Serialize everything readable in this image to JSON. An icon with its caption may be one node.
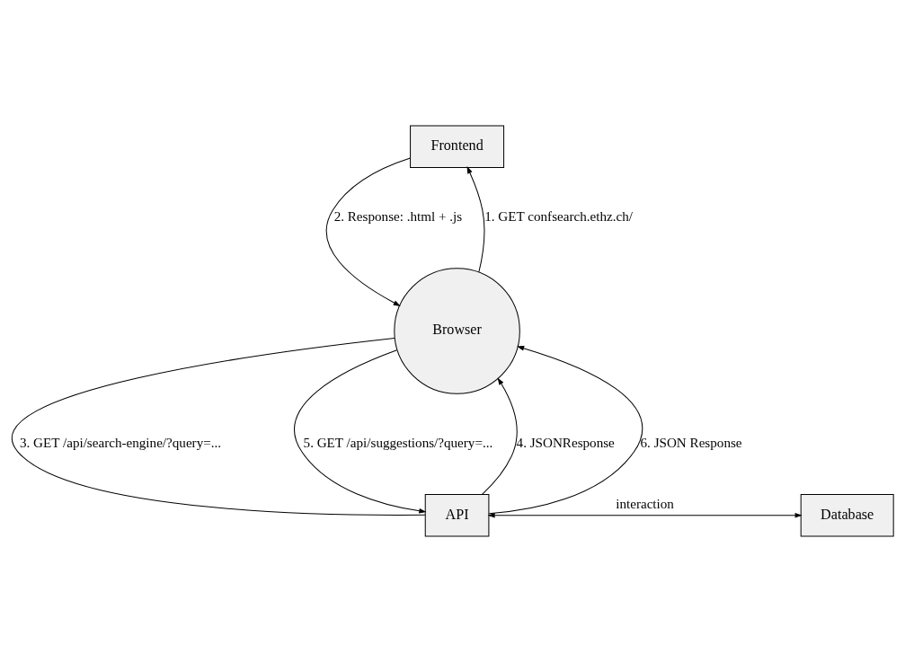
{
  "diagram": {
    "nodes": [
      {
        "text": [
          "Frontend"
        ]
      },
      {
        "text": [
          "Browser"
        ]
      },
      {
        "text": [
          "API"
        ]
      },
      {
        "text": [
          "Database"
        ]
      }
    ],
    "edges": [
      {
        "from": 1,
        "to": 0,
        "arrow": "to",
        "label": "1. GET confsearch.ethz.ch/"
      },
      {
        "from": 0,
        "to": 1,
        "arrow": "to",
        "label": "2. Response: .html + .js"
      },
      {
        "from": 1,
        "to": 2,
        "arrow": "none",
        "label": "3. GET /api/search-engine/?query=..."
      },
      {
        "from": 2,
        "to": 1,
        "arrow": "to",
        "label": "4. JSONResponse"
      },
      {
        "from": 1,
        "to": 2,
        "arrow": "to",
        "label": "5. GET /api/suggestions/?query=..."
      },
      {
        "from": 2,
        "to": 1,
        "arrow": "to",
        "label": "6. JSON Response"
      },
      {
        "from": 2,
        "to": 3,
        "arrow": "both",
        "label": "interaction"
      }
    ]
  }
}
